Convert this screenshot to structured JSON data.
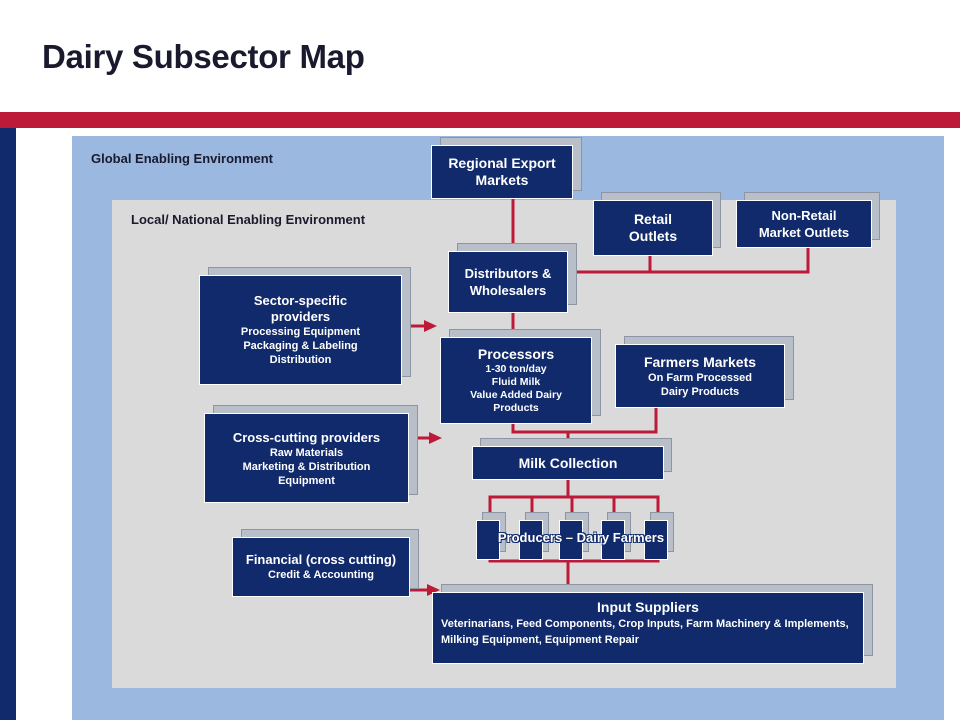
{
  "title": "Dairy Subsector Map",
  "environments": {
    "global": "Global Enabling Environment",
    "local": "Local/ National Enabling Environment"
  },
  "boxes": {
    "regional_export": {
      "title": "Regional Export Markets"
    },
    "retail": {
      "title": "Retail Outlets"
    },
    "non_retail": {
      "title": "Non-Retail Market Outlets"
    },
    "distributors": {
      "title": "Distributors & Wholesalers"
    },
    "sector_specific": {
      "title": "Sector-specific providers",
      "lines": [
        "Processing Equipment",
        "Packaging & Labeling",
        "Distribution"
      ]
    },
    "processors": {
      "title": "Processors",
      "lines": [
        "1-30 ton/day",
        "Fluid Milk",
        "Value Added Dairy Products"
      ]
    },
    "farmers_markets": {
      "title": "Farmers Markets",
      "lines": [
        "On Farm Processed",
        "Dairy Products"
      ]
    },
    "cross_cutting": {
      "title": "Cross-cutting providers",
      "lines": [
        "Raw Materials",
        "Marketing & Distribution",
        "Equipment"
      ]
    },
    "milk_collection": {
      "title": "Milk Collection"
    },
    "producers": {
      "title": "Producers – Dairy Farmers"
    },
    "financial": {
      "title": "Financial (cross cutting)",
      "lines": [
        "Credit & Accounting"
      ]
    },
    "input_suppliers": {
      "title": "Input Suppliers",
      "text": "Veterinarians, Feed Components, Crop Inputs, Farm Machinery & Implements, Milking Equipment, Equipment Repair"
    }
  },
  "colors": {
    "navy": "#112a6b",
    "connector": "#bd1a3a",
    "global_bg": "#9ab8e0",
    "local_bg": "#dadada"
  }
}
